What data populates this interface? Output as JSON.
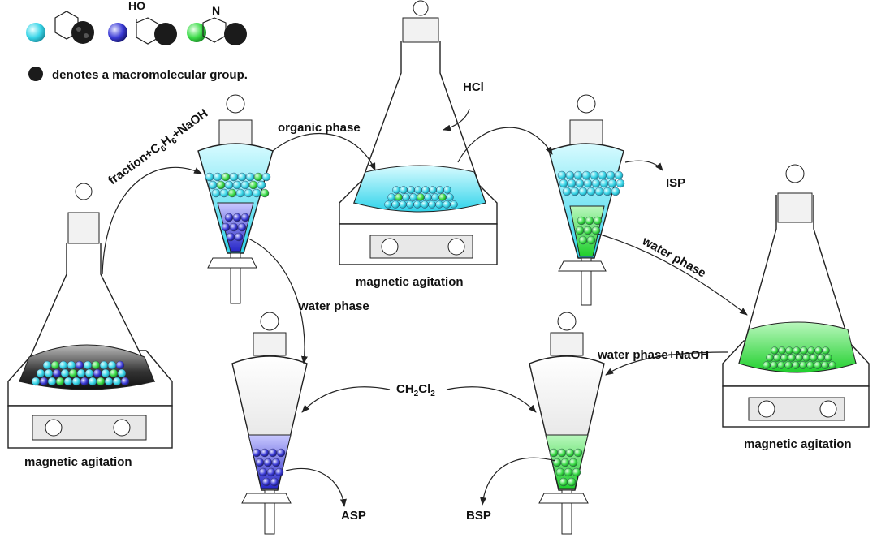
{
  "legend": {
    "note": "denotes a macromolecular group.",
    "hydroxyl_label": "HO",
    "nitrogen_label": "N",
    "colors": {
      "neutral": "#39d5e8",
      "acidic": "#3b3bd6",
      "basic": "#3ddc4a"
    }
  },
  "labels": {
    "fraction_prefix": "fraction+C",
    "fraction_sub1": "6",
    "fraction_mid": "H",
    "fraction_sub2": "6",
    "fraction_suffix": "+NaOH",
    "organic_phase": "organic phase",
    "hcl": "HCl",
    "isp": "ISP",
    "water_phase_1": "water phase",
    "water_phase_2": "water phase",
    "water_phase_naoh": "water phase+NaOH",
    "ch2cl2_prefix": "CH",
    "ch2cl2_sub1": "2",
    "ch2cl2_mid": "Cl",
    "ch2cl2_sub2": "2",
    "asp": "ASP",
    "bsp": "BSP",
    "agitation_left": "magnetic agitation",
    "agitation_top": "magnetic agitation",
    "agitation_right": "magnetic agitation"
  }
}
